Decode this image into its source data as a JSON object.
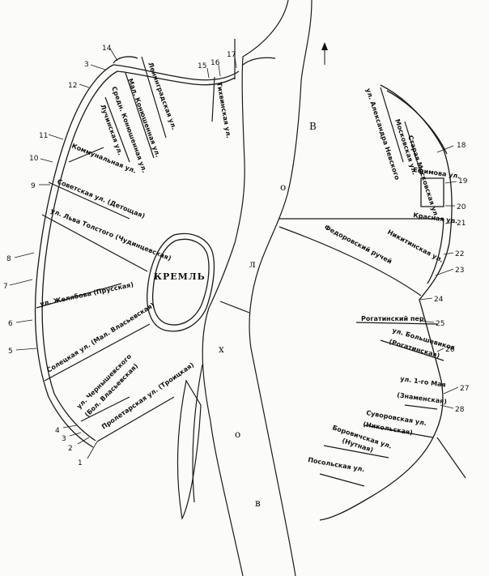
{
  "river": {
    "letters": [
      "В",
      "о",
      "л",
      "х",
      "о",
      "в"
    ]
  },
  "kremlin": {
    "label": "КРЕМЛЬ"
  },
  "streets": {
    "mal_konyushennaya": "Мал. Конюшенная ул.",
    "leningradskaya": "Ленинградская ул.",
    "sredn_konyushennaya": "Средн. Конюшенная ул.",
    "luchinskaya": "Лучинская ул.",
    "kommunalnaya": "Коммунальная ул.",
    "tikhvinskaya": "Тихвинская ул.",
    "sovetskaya": "Советская ул. (Детощая)",
    "lva_tolstogo": "ул. Льва Толстого (Чудинцевская)",
    "zhelyabova": "ул. Желябова (Прусская)",
    "solechnaya": "Солецкая ул. (Мал. Власьевская)",
    "chernyshevskogo": "ул. Чернышевского",
    "bol_vlasevskaya": "(Бол. Власьевская)",
    "proletarskaya": "Пролетарская ул. (Троицкая)",
    "aleksandra_nevskogo": "ул. Александра Невского",
    "moskovskaya": "Московская ул.",
    "staraya_moskovskaya": "Старая Московская ул.",
    "efimova": "Ефимова ул.",
    "krasnaya": "Красная ул.",
    "nikitinskaya": "Никитинская ул.",
    "fedorovsky": "Федоровский ручей",
    "rogatinsky_per": "Рогатинский пер.",
    "bolshevikov": "ул. Большевиков",
    "rogatinskaya": "(Рогатинская)",
    "pervogo_maya": "ул. 1-го Мая",
    "znamenskaya": "(Знаменская)",
    "suvorovskaya": "Суворовская ул.",
    "nikolskaya": "(Никольская)",
    "borovichskaya": "Боровичская ул.",
    "nutnaya": "(Нутная)",
    "posolskaya": "Посольская ул."
  },
  "markers": [
    "1",
    "2",
    "3",
    "4",
    "5",
    "6",
    "7",
    "8",
    "9",
    "10",
    "11",
    "12",
    "3",
    "14",
    "15",
    "16",
    "17",
    "18",
    "19",
    "20",
    "21",
    "22",
    "23",
    "24",
    "25",
    "26",
    "27",
    "28"
  ]
}
